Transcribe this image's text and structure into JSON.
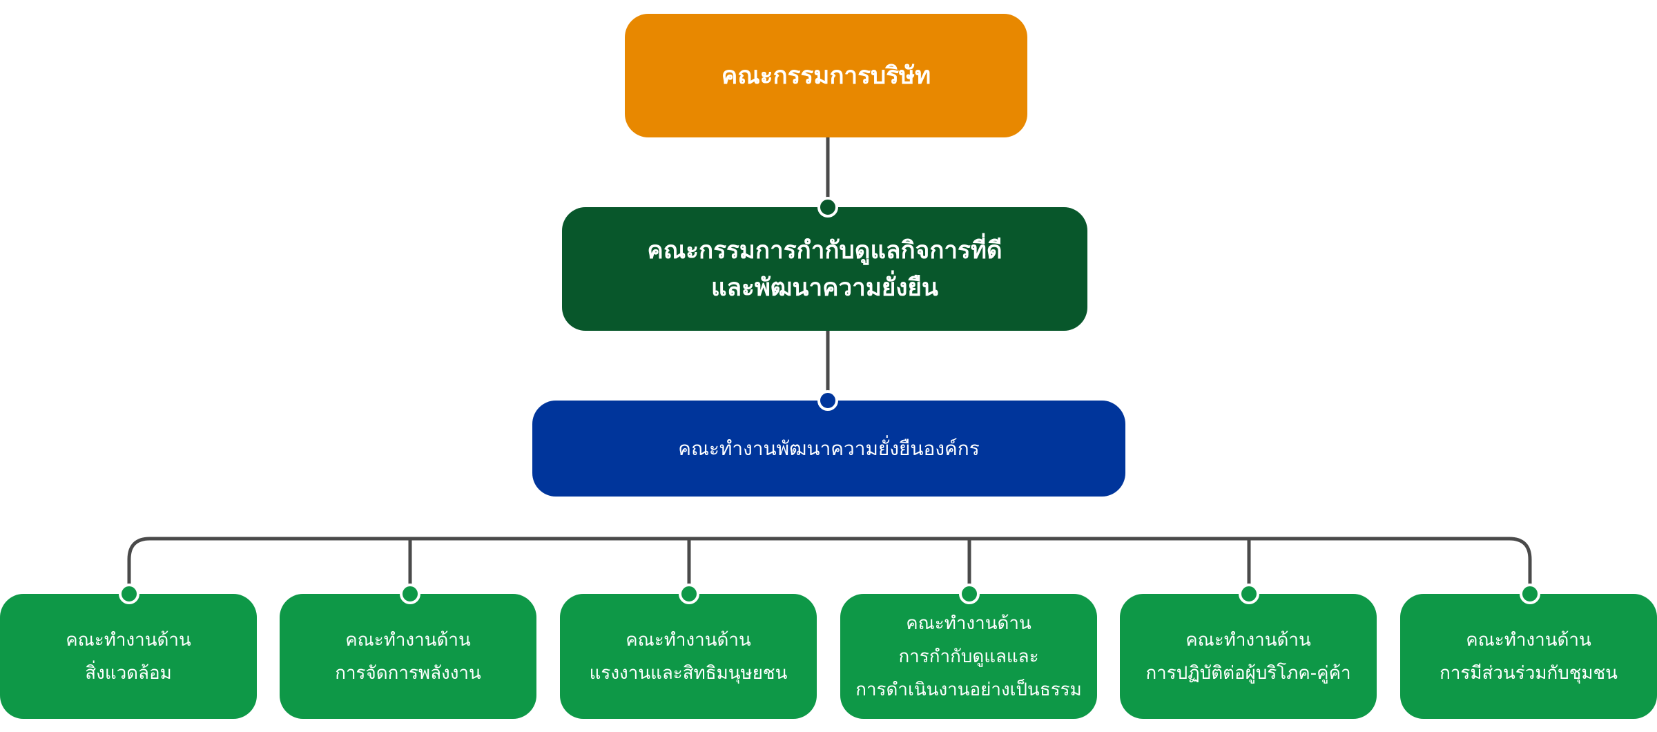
{
  "board": {
    "label": "คณะกรรมการบริษัท",
    "color": "#E88800"
  },
  "committee": {
    "line1": "คณะกรรมการกำกับดูแลกิจการที่ดี",
    "line2": "และพัฒนาความยั่งยืน",
    "color": "#08572B"
  },
  "working_group": {
    "label": "คณะทำงานพัฒนาความยั่งยืนองค์กร",
    "color": "#00359B"
  },
  "sub_groups": [
    {
      "lines": [
        "คณะทำงานด้าน",
        "สิ่งแวดล้อม"
      ]
    },
    {
      "lines": [
        "คณะทำงานด้าน",
        "การจัดการพลังงาน"
      ]
    },
    {
      "lines": [
        "คณะทำงานด้าน",
        "แรงงานและสิทธิมนุษยชน"
      ]
    },
    {
      "lines": [
        "คณะทำงานด้าน",
        "การกำกับดูแลและ",
        "การดำเนินงานอย่างเป็นธรรม"
      ]
    },
    {
      "lines": [
        "คณะทำงานด้าน",
        "การปฏิบัติต่อผู้บริโภค-คู่ค้า"
      ]
    },
    {
      "lines": [
        "คณะทำงานด้าน",
        "การมีส่วนร่วมกับชุมชน"
      ]
    }
  ],
  "sub_group_color": "#0E9847",
  "connector_color": "#4A4A4A"
}
